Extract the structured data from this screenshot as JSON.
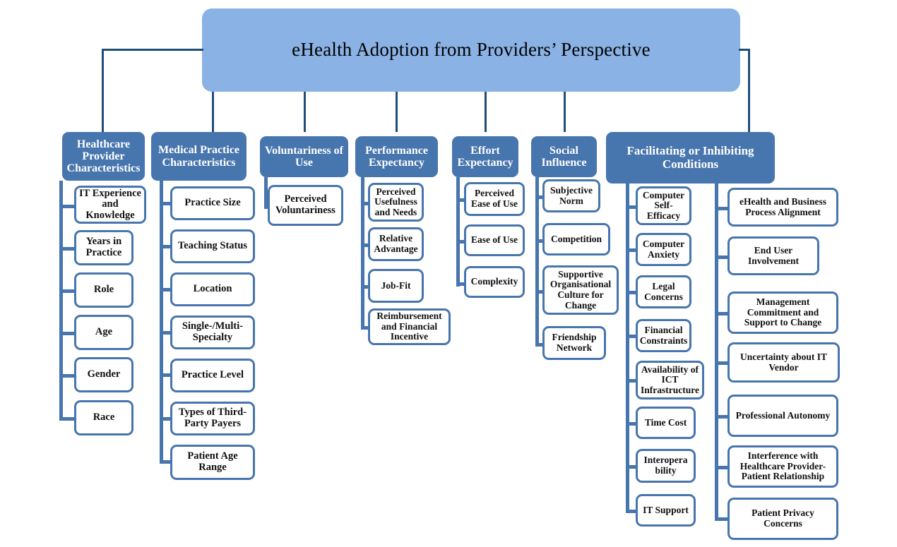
{
  "diagram": {
    "type": "hierarchy-tree",
    "title": "eHealth Adoption from Providers’ Perspective",
    "colors": {
      "root_fill": "#8AB2E4",
      "category_fill": "#4775AE",
      "leaf_fill": "#FFFFFF",
      "leaf_border": "#4775AE",
      "connector": "#1F4E79",
      "root_text": "#000000",
      "category_text": "#FFFFFF",
      "leaf_text": "#10100F"
    },
    "branches": [
      {
        "id": "healthcare-provider-characteristics",
        "label": "Healthcare Provider Characteristics",
        "children": [
          "IT Experience and Knowledge",
          "Years in Practice",
          "Role",
          "Age",
          "Gender",
          "Race"
        ]
      },
      {
        "id": "medical-practice-characteristics",
        "label": "Medical Practice Characteristics",
        "children": [
          "Practice Size",
          "Teaching Status",
          "Location",
          "Single-/Multi-Specialty",
          "Practice Level",
          "Types of Third-Party Payers",
          "Patient Age Range"
        ]
      },
      {
        "id": "voluntariness-of-use",
        "label": "Voluntariness of Use",
        "children": [
          "Perceived Voluntariness"
        ]
      },
      {
        "id": "performance-expectancy",
        "label": "Performance Expectancy",
        "children": [
          "Perceived Usefulness and Needs",
          "Relative Advantage",
          "Job-Fit",
          "Reimbursement and Financial Incentive"
        ]
      },
      {
        "id": "effort-expectancy",
        "label": "Effort Expectancy",
        "children": [
          "Perceived Ease of Use",
          "Ease of Use",
          "Complexity"
        ]
      },
      {
        "id": "social-influence",
        "label": "Social Influence",
        "children": [
          "Subjective Norm",
          "Competition",
          "Supportive Organisational Culture for Change",
          "Friendship Network"
        ]
      },
      {
        "id": "facilitating-or-inhibiting-conditions",
        "label": "Facilitating or Inhibiting Conditions",
        "children_col1": [
          "Computer Self-Efficacy",
          "Computer Anxiety",
          "Legal Concerns",
          "Financial Constraints",
          "Availability of ICT Infrastructure",
          "Time Cost",
          "Interopera bility",
          "IT Support"
        ],
        "children_col2": [
          "eHealth and Business Process Alignment",
          "End User Involvement",
          "Management Commitment and Support to Change",
          "Uncertainty about IT Vendor",
          "Professional Autonomy",
          "Interference with Healthcare Provider-Patient Relationship",
          "Patient Privacy Concerns"
        ]
      }
    ]
  }
}
